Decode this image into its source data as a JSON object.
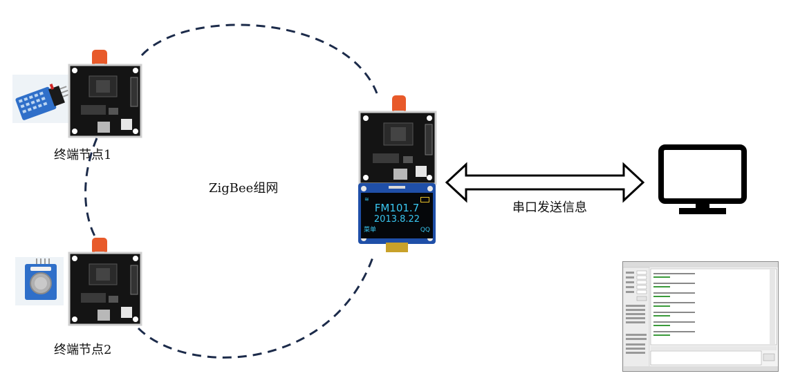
{
  "diagram": {
    "node1_label": "终端节点1",
    "node2_label": "终端节点2",
    "network_label": "ZigBee组网",
    "link_label": "串口发送信息"
  },
  "oled": {
    "frequency": "FM101.7",
    "date": "2013.8.22",
    "left_soft_key": "菜单",
    "right_soft_key": "QQ"
  },
  "colors": {
    "dashed_ring": "#1c2b4a",
    "board": "#141414",
    "antenna": "#e85a2a",
    "oled_text": "#39c6f0",
    "oled_blue_board": "#1f4fa8",
    "monitor": "#000000"
  },
  "icons": [
    "dht11-sensor",
    "gas-sensor",
    "zigbee-board",
    "oled-display",
    "double-arrow",
    "monitor",
    "serial-tool-window"
  ]
}
